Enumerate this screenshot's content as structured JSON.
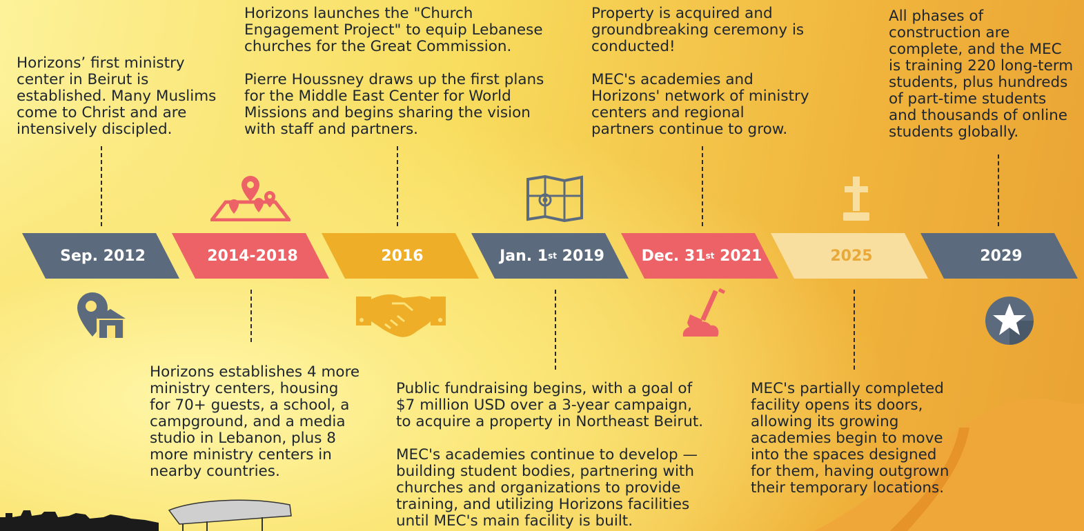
{
  "colors": {
    "slate": "#5b6b7d",
    "coral": "#ec6266",
    "gold": "#eeae28",
    "pale": "#f8dfa0",
    "pale_text": "#e9a83a"
  },
  "timeline": [
    {
      "label": "Sep. 2012",
      "color": "#5b6b7d",
      "icon": "location-building-icon"
    },
    {
      "label": "2014-2018",
      "color": "#ec6266",
      "icon": "map-pins-icon"
    },
    {
      "label": "2016",
      "color": "#eeae28",
      "icon": "handshake-icon"
    },
    {
      "label_pre": "Jan. 1",
      "label_sup": "st",
      "label_post": " 2019",
      "color": "#5b6b7d",
      "icon": "folded-map-icon"
    },
    {
      "label_pre": "Dec. 31",
      "label_sup": "st",
      "label_post": " 2021",
      "color": "#ec6266",
      "icon": "shovel-icon"
    },
    {
      "label": "2025",
      "color": "#f8dfa0",
      "icon": "cross-icon"
    },
    {
      "label": "2029",
      "color": "#5b6b7d",
      "icon": "star-badge-icon"
    }
  ],
  "events": {
    "sep2012": "Horizons’ first ministry\ncenter in Beirut is\nestablished. Many Muslims\ncome to Christ and are\nintensively discipled.",
    "y2014_2018": "Horizons establishes 4 more\nministry centers, housing\nfor 70+ guests, a school, a\ncampground, and a media\nstudio in Lebanon, plus 8\nmore ministry centers in\nnearby countries.",
    "y2016": "Horizons launches the \"Church\nEngagement Project\" to equip Lebanese\nchurches for the Great Commission.\n\nPierre Houssney draws up the first plans\nfor the Middle East Center for World\nMissions and begins sharing the vision\nwith staff and partners.",
    "jan2019": "Public fundraising begins, with a goal of\n$7 million USD over a 3-year campaign,\nto acquire a property in Northeast Beirut.\n\nMEC's academies continue to develop —\nbuilding student bodies, partnering with\nchurches and organizations to provide\ntraining, and utilizing Horizons facilities\nuntil MEC's main facility is built.",
    "dec2021": "Property is acquired and\ngroundbreaking ceremony is\nconducted!\n\nMEC's academies and\nHorizons' network of ministry\ncenters and regional\npartners continue to grow.",
    "y2025": "MEC's partially completed\nfacility opens its doors,\nallowing its growing\nacademies begin to move\ninto the spaces designed\nfor them, having outgrown\ntheir temporary locations.",
    "y2029": "All phases of\nconstruction are\ncomplete, and the MEC\nis training 220 long-term\nstudents, plus hundreds\nof part-time students\nand thousands of online\nstudents globally."
  }
}
